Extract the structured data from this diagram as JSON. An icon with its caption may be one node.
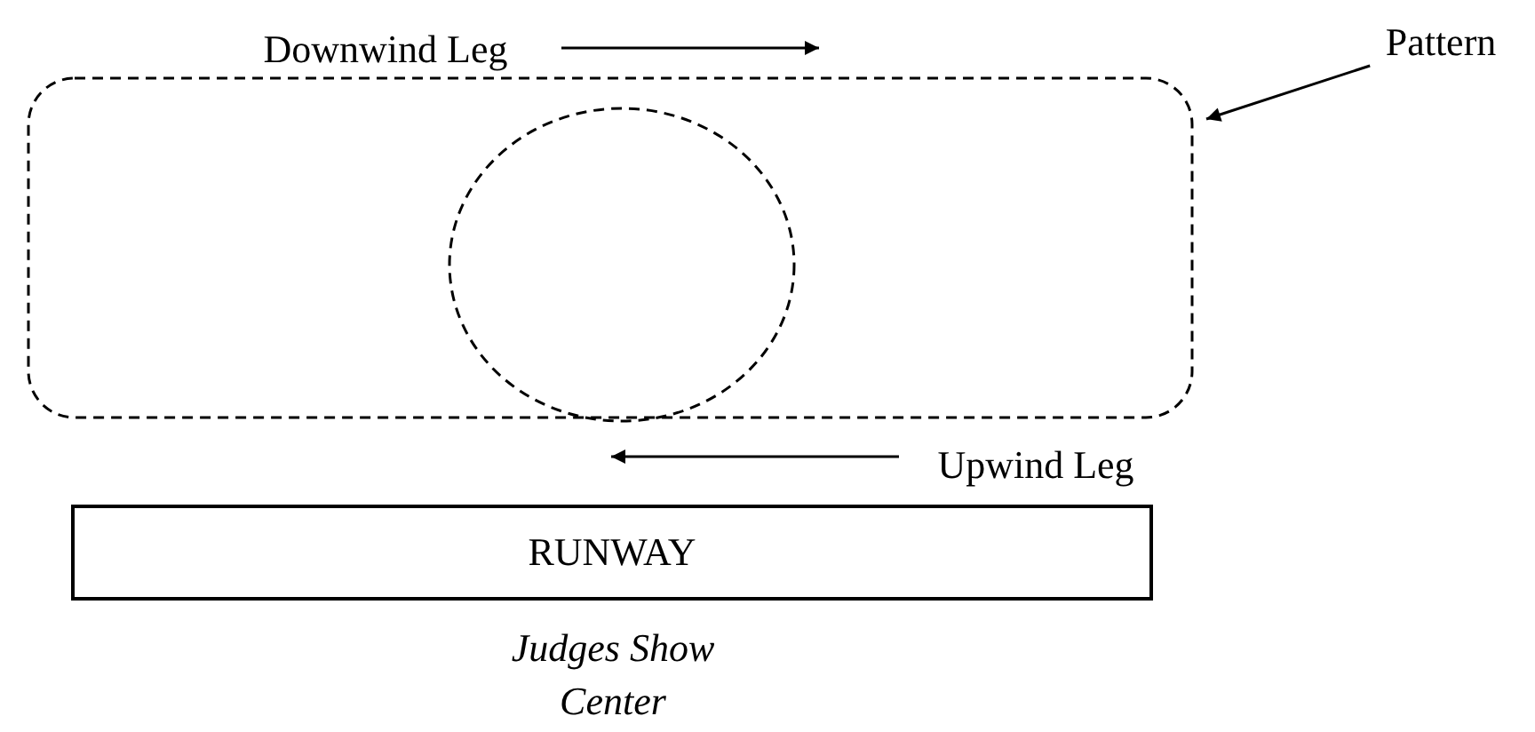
{
  "diagram": {
    "nodes": [
      {
        "text": [
          "Pattern"
        ]
      },
      {
        "text": [],
        "shape": "box"
      },
      {
        "text": [],
        "shape": "circle",
        "in": 1
      },
      {
        "text": [
          "RUNWAY"
        ]
      }
    ],
    "edges": [
      {
        "from": 0,
        "to": 1,
        "arrow": "to"
      }
    ],
    "labels": [
      "Downwind Leg",
      "Upwind Leg",
      "Judges Show Center"
    ]
  }
}
